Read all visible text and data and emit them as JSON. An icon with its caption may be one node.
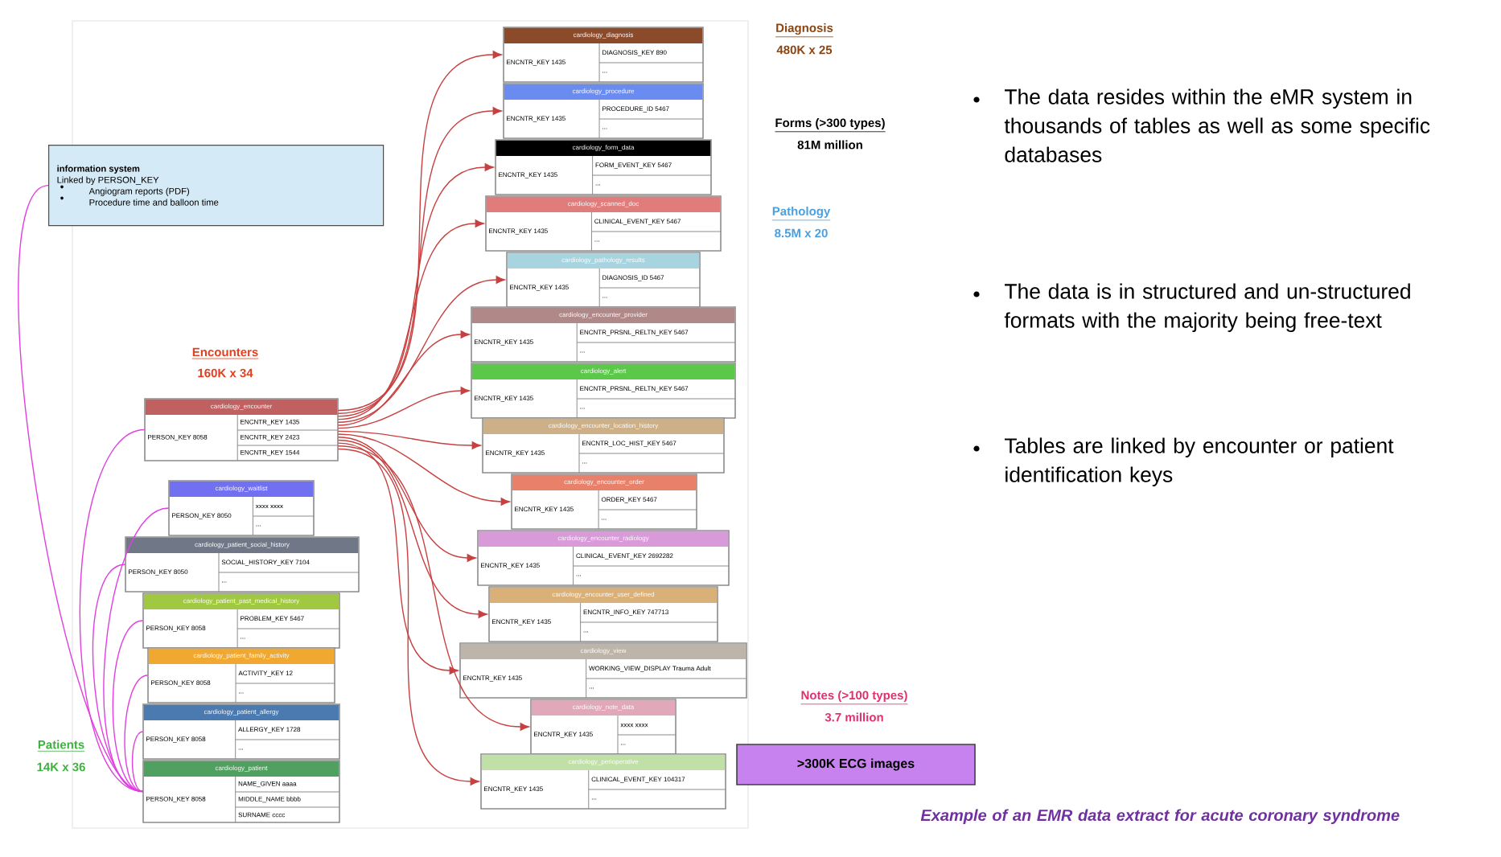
{
  "diagram": {
    "caption": "Example of an EMR data extract for acute coronary syndrome",
    "nodes": [
      {
        "text": [
          "information system",
          "Linked by PERSON_KEY",
          "Angiogram reports (PDF)",
          "Procedure time and balloon time"
        ]
      },
      {
        "text": [
          "cardiology_diagnosis",
          "ENCNTR_KEY 1435",
          "DIAGNOSIS_KEY 890",
          "..."
        ]
      },
      {
        "text": [
          "cardiology_procedure",
          "ENCNTR_KEY 1435",
          "PROCEDURE_ID 5467",
          "..."
        ]
      },
      {
        "text": [
          "cardiology_form_data",
          "ENCNTR_KEY 1435",
          "FORM_EVENT_KEY 5467",
          "..."
        ]
      },
      {
        "text": [
          "cardiology_scanned_doc",
          "ENCNTR_KEY 1435",
          "CLINICAL_EVENT_KEY 5467",
          "..."
        ]
      },
      {
        "text": [
          "cardiology_pathology_results",
          "ENCNTR_KEY 1435",
          "DIAGNOSIS_ID 5467",
          "..."
        ]
      },
      {
        "text": [
          "cardiology_encounter_provider",
          "ENCNTR_KEY 1435",
          "ENCNTR_PRSNL_RELTN_KEY 5467",
          "..."
        ]
      },
      {
        "text": [
          "cardiology_alert",
          "ENCNTR_KEY 1435",
          "ENCNTR_PRSNL_RELTN_KEY 5467",
          "..."
        ]
      },
      {
        "text": [
          "cardiology_encounter_location_history",
          "ENCNTR_KEY 1435",
          "ENCNTR_LOC_HIST_KEY 5467",
          "..."
        ]
      },
      {
        "text": [
          "cardiology_encounter_order",
          "ENCNTR_KEY 1435",
          "ORDER_KEY 5467",
          "..."
        ]
      },
      {
        "text": [
          "cardiology_encounter_radiology",
          "ENCNTR_KEY 1435",
          "CLINICAL_EVENT_KEY 2692282",
          "..."
        ]
      },
      {
        "text": [
          "cardiology_encounter_user_defined",
          "ENCNTR_KEY 1435",
          "ENCNTR_INFO_KEY 747713",
          "..."
        ]
      },
      {
        "text": [
          "cardiology_view",
          "ENCNTR_KEY 1435",
          "WORKING_VIEW_DISPLAY Trauma Adult",
          "..."
        ]
      },
      {
        "text": [
          "cardiology_note_data",
          "ENCNTR_KEY 1435",
          "xxxx xxxx",
          "..."
        ]
      },
      {
        "text": [
          "cardiology_perioperative",
          "ENCNTR_KEY 1435",
          "CLINICAL_EVENT_KEY 104317",
          "..."
        ]
      },
      {
        "text": [
          "cardiology_encounter",
          "PERSON_KEY 8058",
          "ENCNTR_KEY 1435",
          "ENCNTR_KEY 2423",
          "ENCNTR_KEY 1544"
        ]
      },
      {
        "text": [
          "cardiology_waitlist",
          "PERSON_KEY 8050",
          "xxxx xxxx",
          "..."
        ]
      },
      {
        "text": [
          "cardiology_patient_social_history",
          "PERSON_KEY 8050",
          "SOCIAL_HISTORY_KEY 7104",
          "..."
        ]
      },
      {
        "text": [
          "cardiology_patient_past_medical_history",
          "PERSON_KEY 8058",
          "PROBLEM_KEY 5467",
          "..."
        ]
      },
      {
        "text": [
          "cardiology_patient_family_activity",
          "PERSON_KEY 8058",
          "ACTIVITY_KEY 12",
          "..."
        ]
      },
      {
        "text": [
          "cardiology_patient_allergy",
          "PERSON_KEY 8058",
          "ALLERGY_KEY 1728",
          "..."
        ]
      },
      {
        "text": [
          "cardiology_patient",
          "PERSON_KEY 8058",
          "NAME_GIVEN aaaa",
          "MIDDLE_NAME bbbb",
          "SURNAME cccc"
        ]
      },
      {
        "text": [
          ">300K ECG images"
        ]
      }
    ],
    "edges": [
      {
        "from": 15,
        "to": 1,
        "arrow": "to"
      },
      {
        "from": 15,
        "to": 2,
        "arrow": "to"
      },
      {
        "from": 15,
        "to": 3,
        "arrow": "to"
      },
      {
        "from": 15,
        "to": 4,
        "arrow": "to"
      },
      {
        "from": 15,
        "to": 5,
        "arrow": "to"
      },
      {
        "from": 15,
        "to": 6,
        "arrow": "to"
      },
      {
        "from": 15,
        "to": 7,
        "arrow": "to"
      },
      {
        "from": 15,
        "to": 8,
        "arrow": "to"
      },
      {
        "from": 15,
        "to": 9,
        "arrow": "to"
      },
      {
        "from": 15,
        "to": 10,
        "arrow": "to"
      },
      {
        "from": 15,
        "to": 11,
        "arrow": "to"
      },
      {
        "from": 15,
        "to": 12,
        "arrow": "to"
      },
      {
        "from": 15,
        "to": 13,
        "arrow": "to"
      },
      {
        "from": 15,
        "to": 14,
        "arrow": "to"
      },
      {
        "from": 21,
        "to": 0,
        "arrow": "none",
        "color": "#e040e0"
      },
      {
        "from": 21,
        "to": 15,
        "arrow": "none",
        "color": "#e040e0"
      },
      {
        "from": 21,
        "to": 16,
        "arrow": "none",
        "color": "#e040e0"
      },
      {
        "from": 21,
        "to": 17,
        "arrow": "none",
        "color": "#e040e0"
      },
      {
        "from": 21,
        "to": 18,
        "arrow": "none",
        "color": "#e040e0"
      },
      {
        "from": 21,
        "to": 19,
        "arrow": "none",
        "color": "#e040e0"
      },
      {
        "from": 21,
        "to": 20,
        "arrow": "none",
        "color": "#e040e0"
      }
    ],
    "labels": [
      "Diagnosis",
      "480K x 25",
      "Forms (>300 types)",
      "81M million",
      "Pathology",
      "8.5M x 20",
      "Encounters",
      "160K x 34",
      "Notes (>100 types)",
      "3.7 million",
      "Patients",
      "14K x 36",
      "The data resides within the eMR system in thousands of tables as well as some specific databases",
      "The data is in structured and un-structured formats with the majority being free-text",
      "Tables are linked by encounter or patient identification keys"
    ]
  }
}
